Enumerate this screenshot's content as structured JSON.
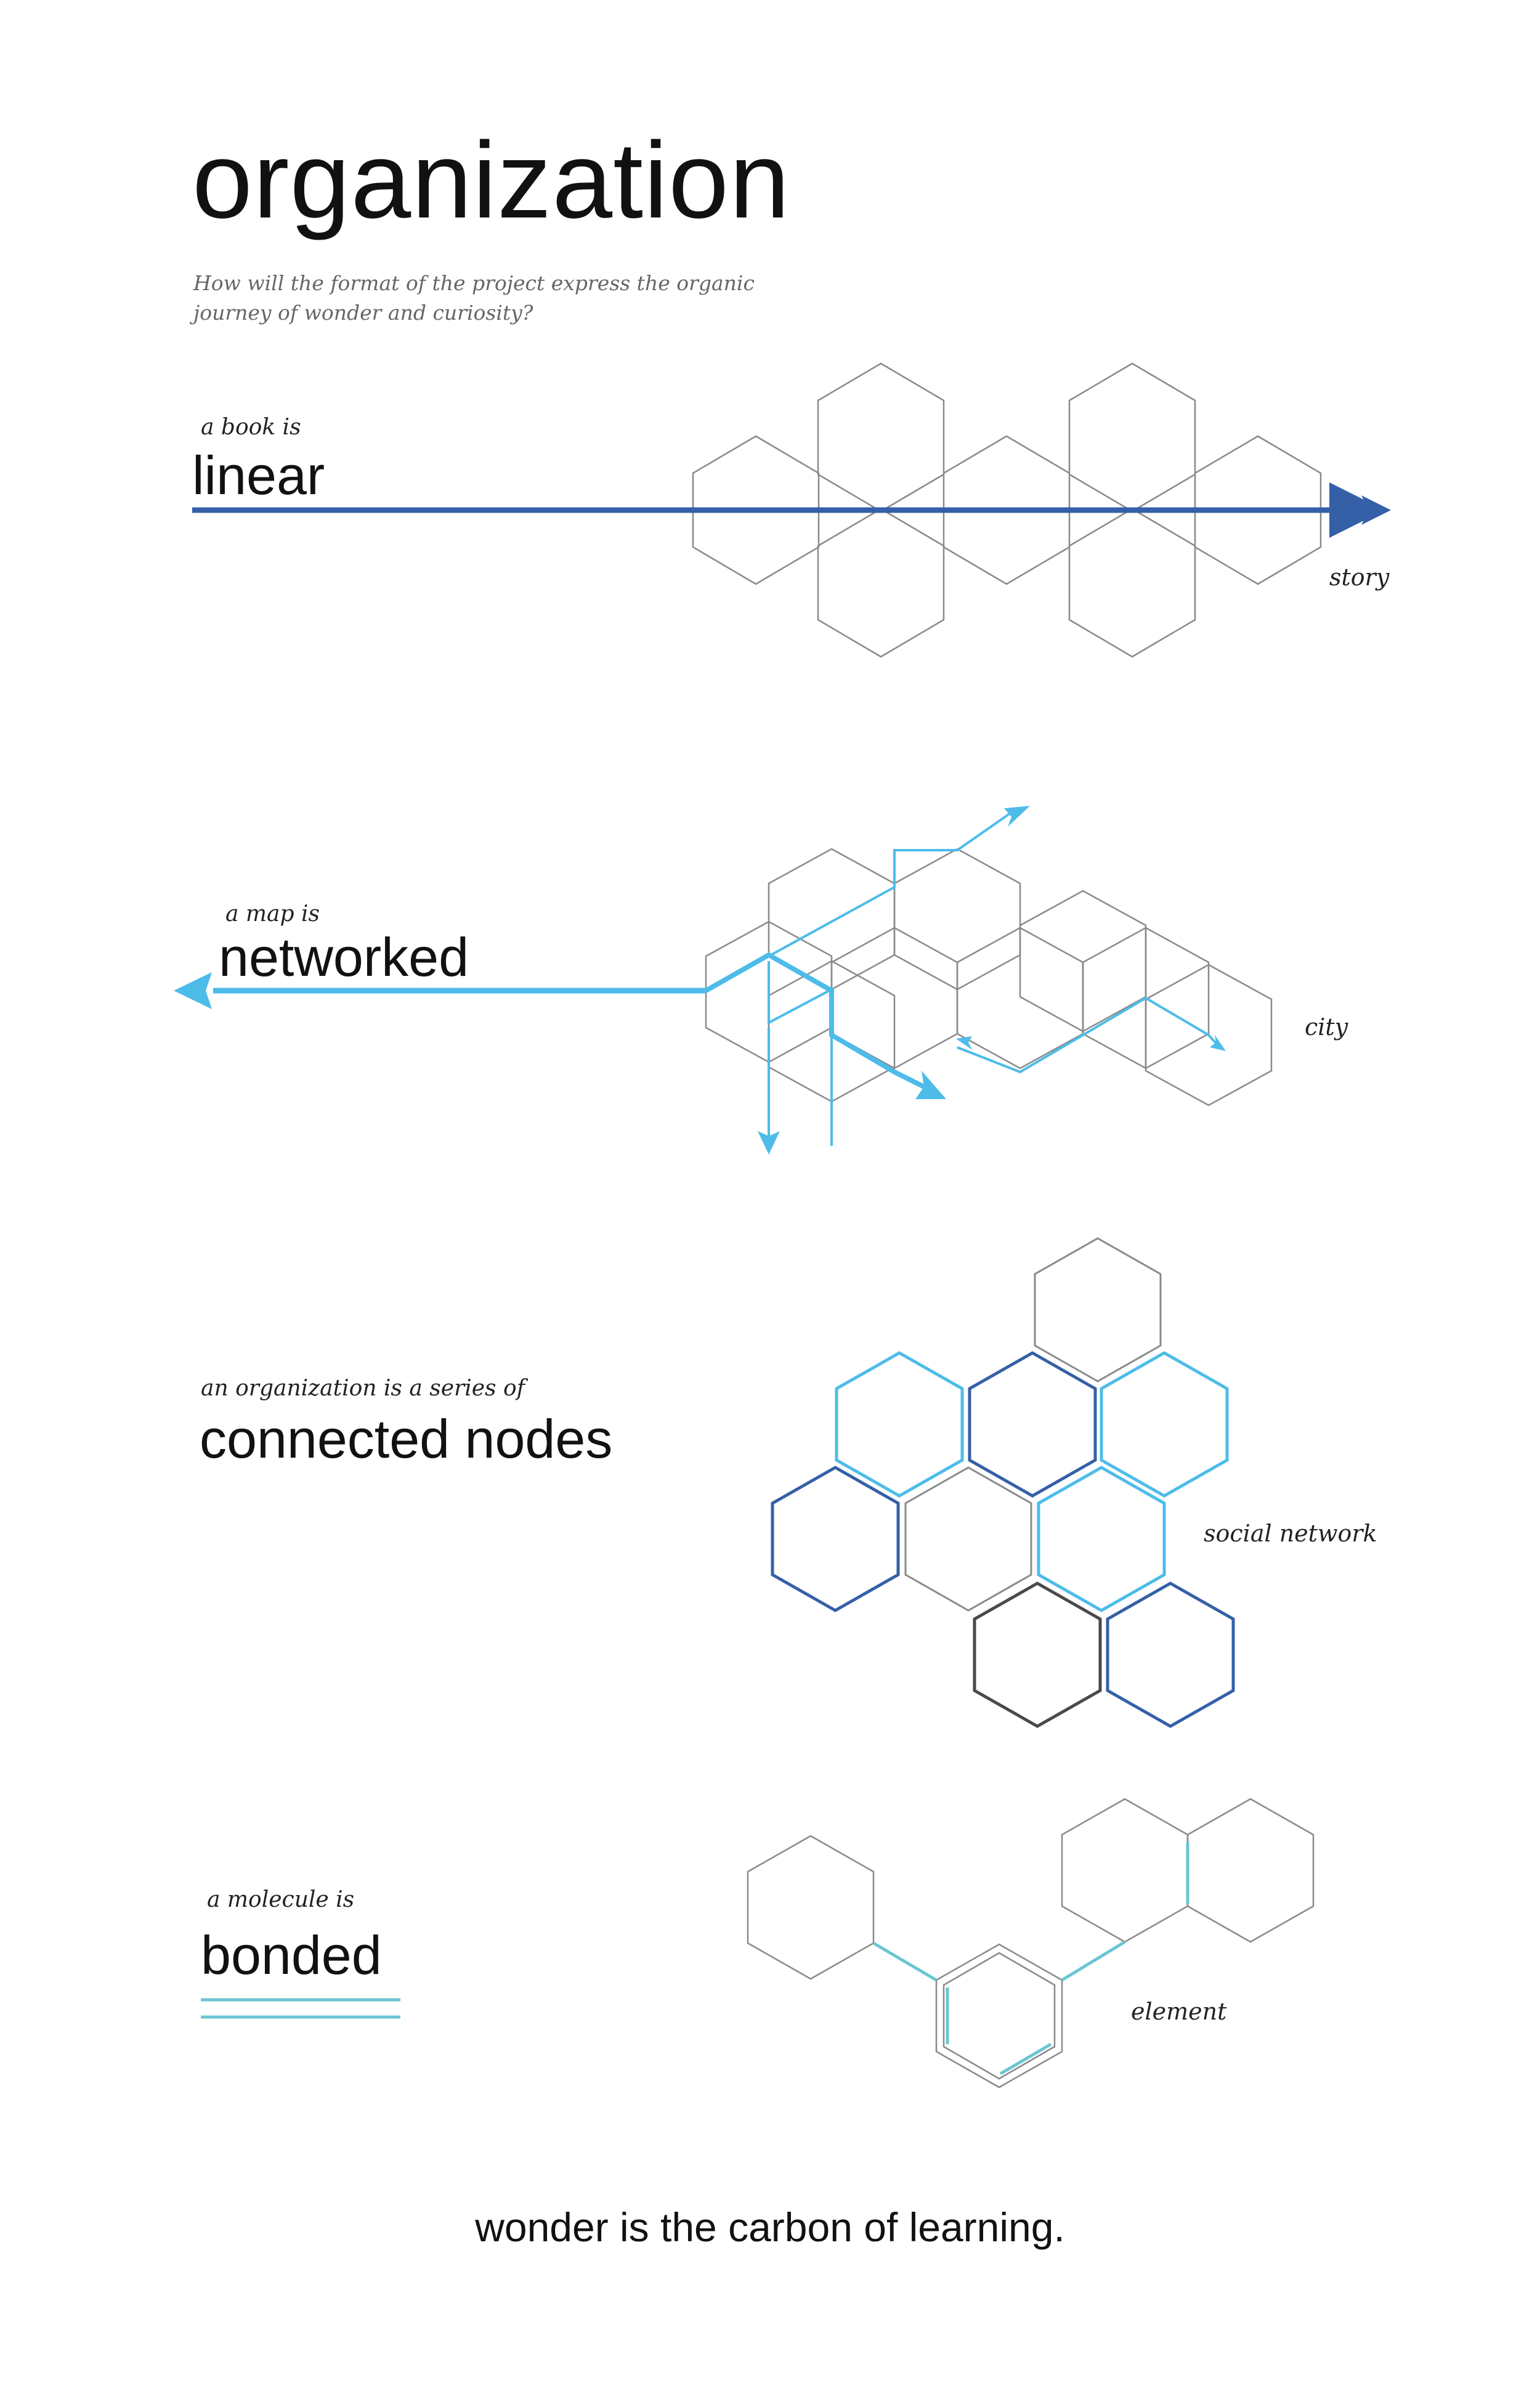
{
  "title": "organization",
  "question": "How will the format of the project express the organic journey of wonder and curiosity?",
  "sections": [
    {
      "intro": "a book is",
      "keyword": "linear",
      "label": "story"
    },
    {
      "intro": "a map is",
      "keyword": "networked",
      "label": "city"
    },
    {
      "intro": "an organization is a series of",
      "keyword": "connected nodes",
      "label": "social network"
    },
    {
      "intro": "a molecule is",
      "keyword": "bonded",
      "label": "element"
    }
  ],
  "footer": "wonder is the carbon of learning.",
  "colors": {
    "dark_blue": "#3560a8",
    "light_blue": "#4dbce9",
    "teal": "#6ac6d3",
    "gray_line": "#8a8a8a",
    "dark_gray": "#4a4a4a"
  }
}
